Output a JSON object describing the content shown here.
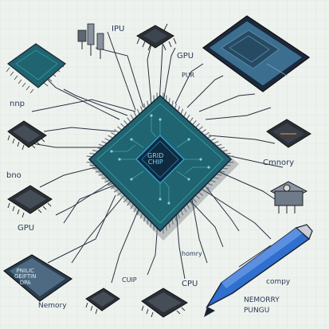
{
  "labels": {
    "ipu": "IPU",
    "gpu_top": "GPU",
    "pur": "PUR",
    "nnp": "nnp",
    "cmnory": "Cmnory",
    "bno": "bno",
    "gpu_left": "GPU",
    "homry": "homry",
    "cuip": "CUIP",
    "cpu": "CPU",
    "nemory_left": "Nemory",
    "compy": "compy",
    "nemory_right": "NEMORRY",
    "pungu": "PUNGU"
  },
  "chip_texts": {
    "center_line1": "GRID",
    "center_line2": "CHIP",
    "module_line1": "PNILIC",
    "module_line2": "GEIFTIN",
    "module_line3": "DPA"
  },
  "colors": {
    "board": "#1f6470",
    "board_dark": "#123b45",
    "trace": "#3fa3a8",
    "die": "#0f2a3e",
    "die_glow": "#2e9fd6",
    "pen_blue": "#2f6fcf",
    "outline": "#1a2233",
    "label": "#2a3a55"
  },
  "icons": [
    "main-processor-icon",
    "chip-icon",
    "memory-module-icon",
    "pen-icon",
    "connector-icon"
  ]
}
